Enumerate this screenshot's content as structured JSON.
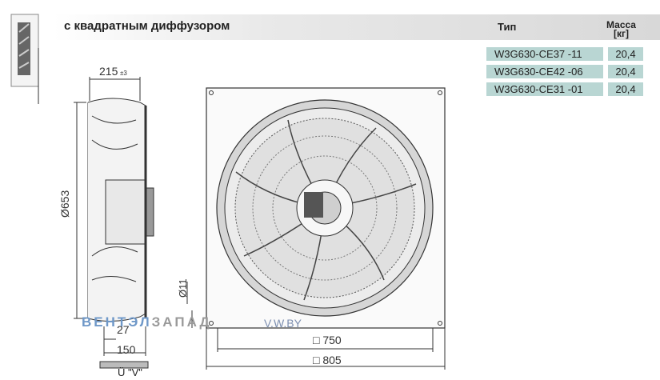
{
  "header": {
    "title": "с квадратным диффузором"
  },
  "table": {
    "col_type": "Тип",
    "col_mass_line1": "Масса",
    "col_mass_line2": "[кг]",
    "rows": [
      {
        "type": "W3G630-CE37 -11",
        "mass": "20,4"
      },
      {
        "type": "W3G630-CE42 -06",
        "mass": "20,4"
      },
      {
        "type": "W3G630-CE31 -01",
        "mass": "20,4"
      }
    ]
  },
  "dimensions": {
    "depth": "215",
    "depth_tol": "±3",
    "diameter": "Ø653",
    "hole": "Ø11",
    "flange": "27",
    "mount": "150",
    "inner_square": "□ 750",
    "outer_square": "□ 805"
  },
  "watermark": {
    "part1": "ВЕНТ",
    "part2": "ЭЛ",
    "part3": "ЗАПАД",
    "part4": "V.W.BY"
  },
  "view_label": "Ü \"V\"",
  "colors": {
    "table_fill": "#b9d6d3",
    "header_gradient_end": "#d8d8d8",
    "watermark_blue": "#6f98c8"
  }
}
